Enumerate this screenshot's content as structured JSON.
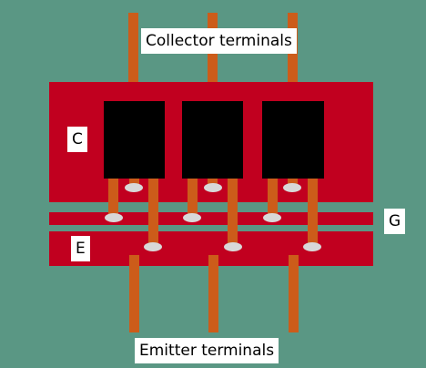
{
  "labels": {
    "collector": "Collector terminals",
    "emitter": "Emitter terminals",
    "collector_bus": "C",
    "emitter_bus": "E",
    "gate": "G"
  },
  "colors": {
    "background": "#5a9784",
    "bus_bar": "#c1001f",
    "terminal": "#cc5c1a",
    "chip": "#000000",
    "contact_pad": "#d8d8d8",
    "label_box": "#ffffff"
  },
  "device": {
    "chip_count": 3,
    "collector_terminal_count": 3,
    "emitter_terminal_count": 3
  }
}
